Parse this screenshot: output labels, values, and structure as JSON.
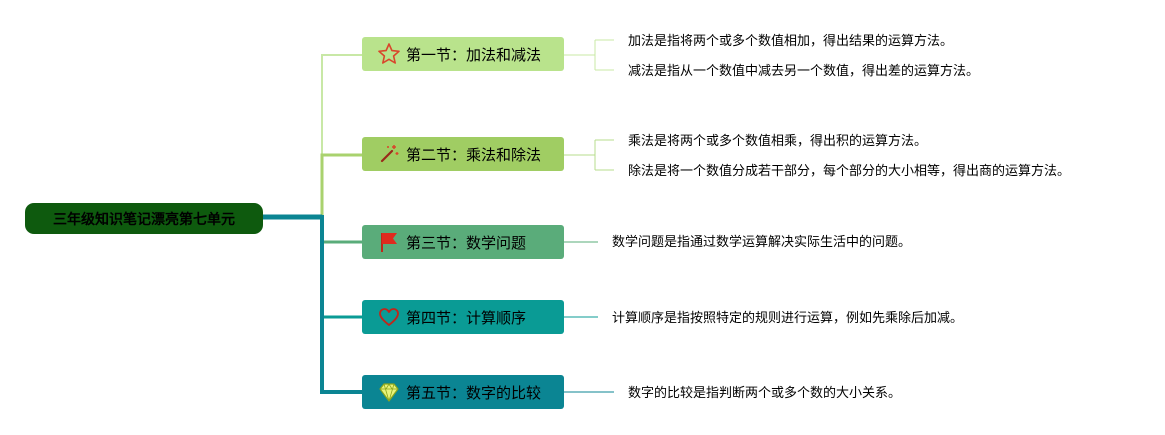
{
  "root": {
    "label": "三年级知识笔记漂亮第七单元"
  },
  "sections": [
    {
      "title": "第一节：加法和减法",
      "icon": "star-icon",
      "details": [
        "加法是指将两个或多个数值相加，得出结果的运算方法。",
        "减法是指从一个数值中减去另一个数值，得出差的运算方法。"
      ]
    },
    {
      "title": "第二节：乘法和除法",
      "icon": "magic-wand-icon",
      "details": [
        "乘法是将两个或多个数值相乘，得出积的运算方法。",
        "除法是将一个数值分成若干部分，每个部分的大小相等，得出商的运算方法。"
      ]
    },
    {
      "title": "第三节：数学问题",
      "icon": "red-flag-icon",
      "details": [
        "数学问题是指通过数学运算解决实际生活中的问题。"
      ]
    },
    {
      "title": "第四节：计算顺序",
      "icon": "heart-icon",
      "details": [
        "计算顺序是指按照特定的规则进行运算，例如先乘除后加减。"
      ]
    },
    {
      "title": "第五节：数字的比较",
      "icon": "diamond-icon",
      "details": [
        "数字的比较是指判断两个或多个数的大小关系。"
      ]
    }
  ],
  "colors": {
    "root_bg": "#0e5a0e",
    "branch_1": "#b9e38c",
    "branch_2": "#a0cd63",
    "branch_3": "#5aac7a",
    "branch_4": "#0a9b95",
    "branch_5": "#0b8593"
  }
}
